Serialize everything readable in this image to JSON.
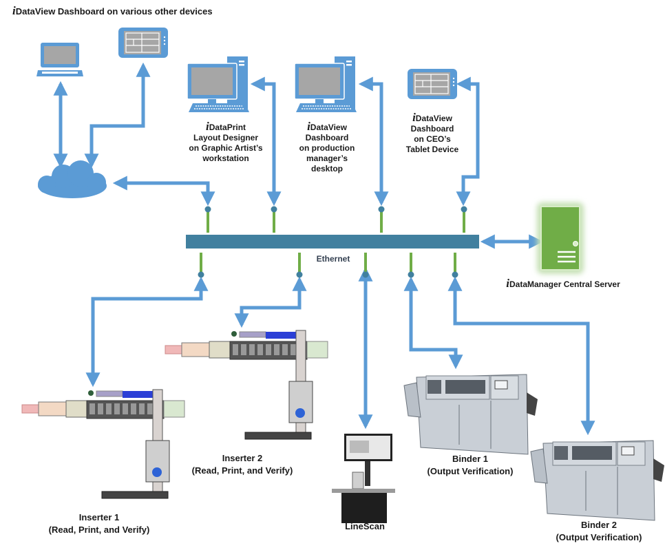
{
  "diagram": {
    "title": {
      "prefix": "i",
      "text": "DataView Dashboard on various other devices"
    },
    "network": {
      "label": "Ethernet"
    },
    "colors": {
      "arrow": "#5b9bd5",
      "bus": "#41809f",
      "tap": "#70ad47",
      "device": "#5b9bd5",
      "screen": "#a6a6a6",
      "server": "#70ad47"
    },
    "top_devices": [
      {
        "id": "laptop",
        "icon": "laptop-icon"
      },
      {
        "id": "tablet-other",
        "icon": "tablet-icon"
      },
      {
        "id": "cloud",
        "icon": "cloud-icon"
      },
      {
        "id": "graphic-artist",
        "icon": "desktop-icon",
        "label": {
          "prefix": "i",
          "brand": "DataPrint",
          "lines": [
            "Layout Designer",
            "on Graphic Artist’s",
            "workstation"
          ]
        }
      },
      {
        "id": "production-manager",
        "icon": "desktop-icon",
        "label": {
          "prefix": "i",
          "brand": "DataView",
          "lines": [
            "Dashboard",
            "on production",
            "manager’s",
            "desktop"
          ]
        }
      },
      {
        "id": "ceo-tablet",
        "icon": "tablet-icon",
        "label": {
          "prefix": "i",
          "brand": "DataView",
          "lines": [
            "Dashboard",
            "on CEO’s",
            "Tablet Device"
          ]
        }
      }
    ],
    "server": {
      "icon": "server-icon",
      "label": {
        "prefix": "i",
        "brand": "DataManager Central Server"
      }
    },
    "bottom_devices": [
      {
        "id": "inserter-1",
        "name": "Inserter 1",
        "sub": "(Read, Print, and Verify)"
      },
      {
        "id": "inserter-2",
        "name": "Inserter 2",
        "sub": "(Read, Print, and Verify)"
      },
      {
        "id": "linescan",
        "name": "LineScan",
        "sub": ""
      },
      {
        "id": "binder-1",
        "name": "Binder 1",
        "sub": "(Output Verification)"
      },
      {
        "id": "binder-2",
        "name": "Binder 2",
        "sub": "(Output Verification)"
      }
    ]
  }
}
